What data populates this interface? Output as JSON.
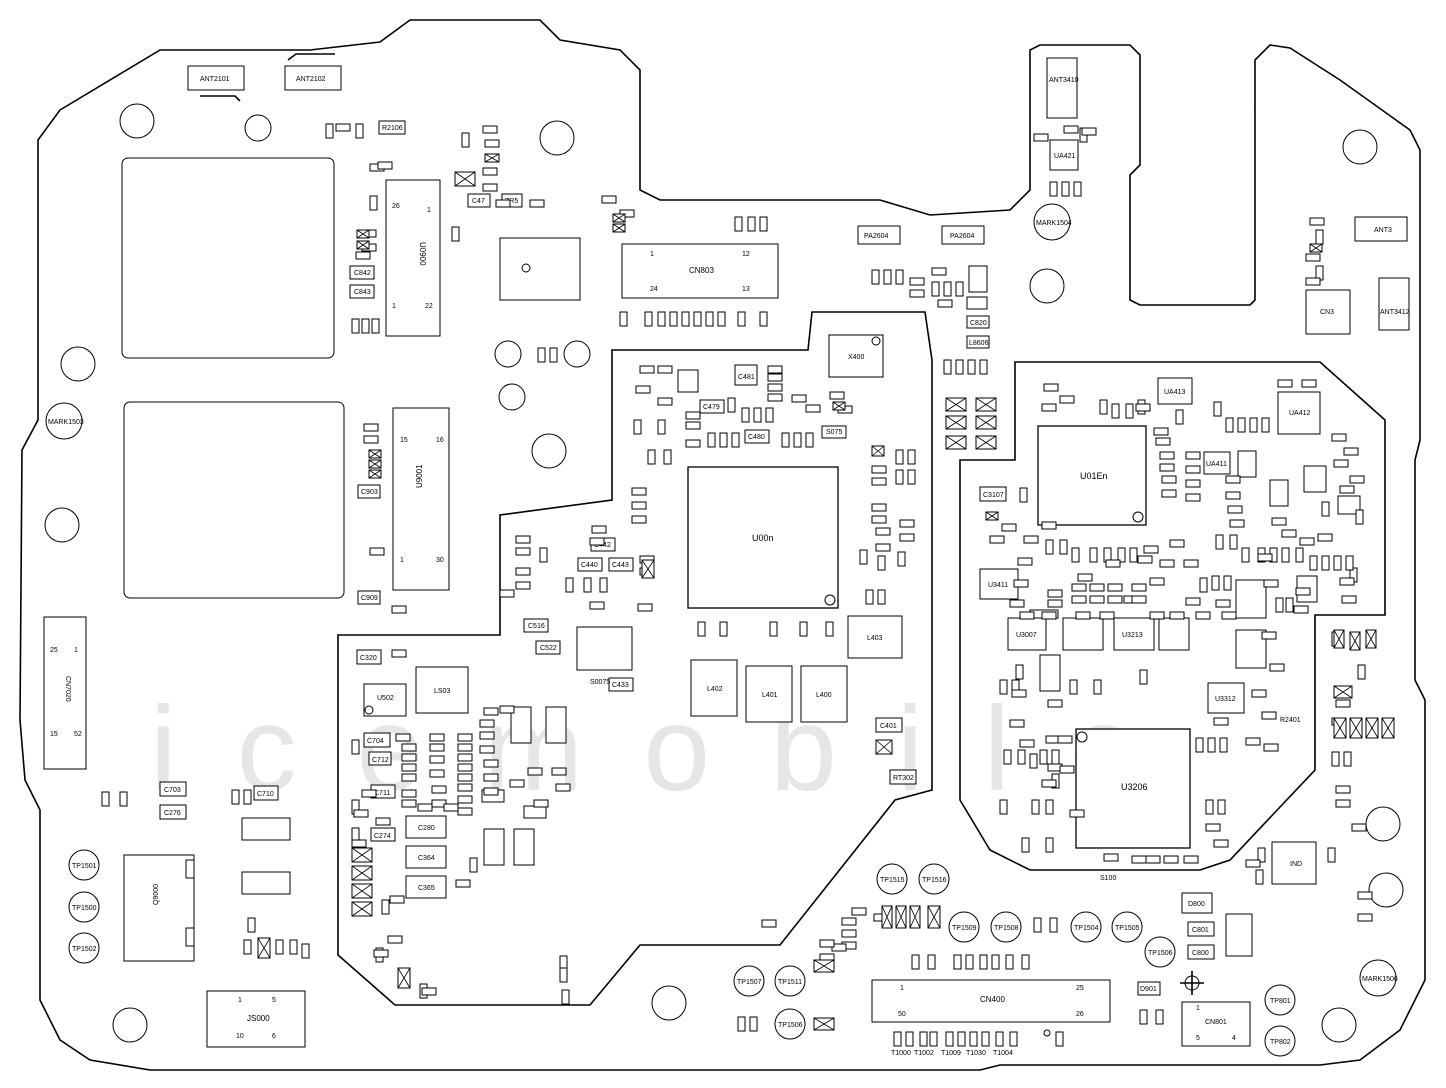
{
  "components": {
    "ant2101": "ANT2101",
    "ant2102": "ANT2102",
    "ant3410": "ANT3410",
    "ant3": "ANT3",
    "ant3412": "ANT3412",
    "mark1503": "MARK1503",
    "mark1504": "MARK1504",
    "mark1506": "MARK1506",
    "pa2604a": "PA2604",
    "pa2604b": "PA2604",
    "cn803": "CN803",
    "cn803_p1": "1",
    "cn803_p12": "12",
    "cn803_p24": "24",
    "cn803_p13": "13",
    "u0900": "U0900",
    "u0900_p26": "26",
    "u0900_p1": "1",
    "u0900_p22": "22",
    "u0900_p1b": "1",
    "u9001": "U9001",
    "u9001_p15": "15",
    "u9001_p16": "16",
    "u9001_p1": "1",
    "u9001_p30": "30",
    "cn7020": "CN7020",
    "cn7020_p25": "25",
    "cn7020_p1": "1",
    "cn7020_p15": "15",
    "cn7020_p52": "52",
    "u00n": "U00n",
    "u01en": "U01En",
    "u3206": "U3206",
    "x400": "X400",
    "l402": "L402",
    "l401": "L401",
    "l400": "L400",
    "l403": "L403",
    "ls03": "LS03",
    "u502": "U502",
    "c320": "C320",
    "c516": "C516",
    "c522": "C522",
    "c433": "C433",
    "c442": "C442",
    "c443": "C443",
    "c440": "C440",
    "c401": "C401",
    "rt302": "RT302",
    "c704": "C704",
    "c711": "C711",
    "c712": "C712",
    "c274": "C274",
    "c280": "C280",
    "c364": "C364",
    "c365": "C365",
    "c703": "C703",
    "c276": "C276",
    "c710": "C710",
    "c903": "C903",
    "c909": "C909",
    "c842": "C842",
    "c843": "C843",
    "c47": "C47",
    "zr5": "ZR5",
    "r2106": "R2106",
    "c3107": "C3107",
    "u3411": "U3411",
    "u3007": "U3007",
    "u3213": "U3213",
    "u3312": "U3312",
    "ua413": "UA413",
    "ua412": "UA412",
    "ua411": "UA411",
    "ua421": "UA421",
    "d800": "D800",
    "c801": "C801",
    "c800": "C800",
    "d901": "D901",
    "cn801": "CN801",
    "cn801_p1": "1",
    "cn801_p5": "5",
    "cn801_p4": "4",
    "cn400": "CN400",
    "cn400_p1": "1",
    "cn400_p25": "25",
    "cn400_p50": "50",
    "cn400_p26": "26",
    "js000": "JS000",
    "js000_p1": "1",
    "js000_p5": "5",
    "js000_p10": "10",
    "js000_p6": "6",
    "q9000": "Q9000",
    "ind": "IND",
    "cn3": "CN3",
    "s100": "S100",
    "s0075": "S0075",
    "r2401": "R2401",
    "c820": "C820",
    "l8606": "L8606",
    "c479": "C479",
    "c481": "C481",
    "c480": "C480",
    "s075": "S075"
  },
  "test_points": {
    "tp1501": "TP1501",
    "tp1500": "TP1500",
    "tp1502": "TP1502",
    "tp1515": "TP1515",
    "tp1516": "TP1516",
    "tp1509": "TP1509",
    "tp1508": "TP1508",
    "tp1504": "TP1504",
    "tp1505": "TP1505",
    "tp1506": "TP1506",
    "tp1507": "TP1507",
    "tp1511": "TP1511",
    "tp1506b": "TP1506",
    "tp801": "TP801",
    "tp802": "TP802"
  },
  "bottom_pads": {
    "t1000": "T1000",
    "t1002": "T1002",
    "t1009": "T1009",
    "t1030": "T1030",
    "t1004": "T1004"
  },
  "watermark": "icemobile"
}
